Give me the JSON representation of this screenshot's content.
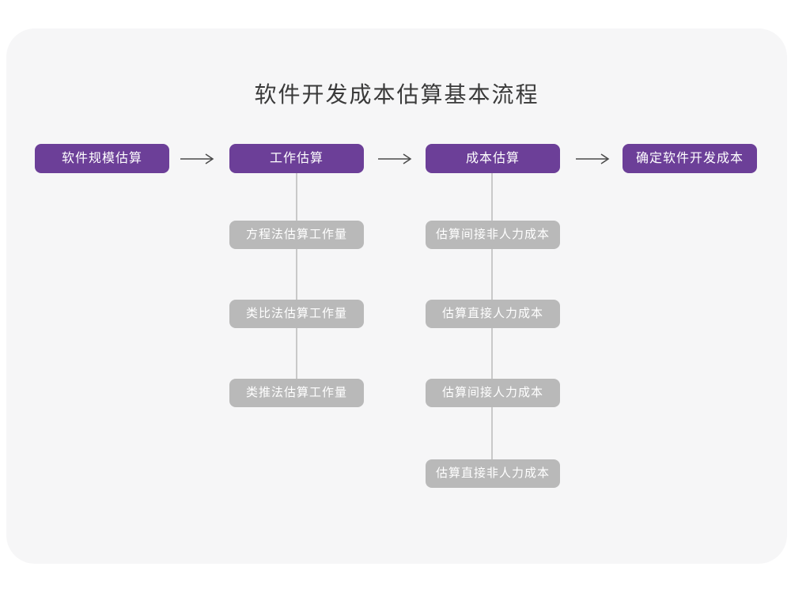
{
  "page": {
    "title": "软件开发成本估算基本流程"
  },
  "colors": {
    "canvas_bg": "#ffffff",
    "card_bg": "#f6f6f7",
    "main_node_purple": "#6c3f98",
    "sub_node_gray": "#b9b9b9",
    "connector_gray": "#c9c9c9",
    "arrow_gray": "#4a4a4a",
    "title_text": "#3a3a3a",
    "node_text": "#ffffff"
  },
  "flow": {
    "main_steps": [
      {
        "label": "软件规模估算"
      },
      {
        "label": "工作估算"
      },
      {
        "label": "成本估算"
      },
      {
        "label": "确定软件开发成本"
      }
    ],
    "sub_steps_work": [
      {
        "label": "方程法估算工作量"
      },
      {
        "label": "类比法估算工作量"
      },
      {
        "label": "类推法估算工作量"
      }
    ],
    "sub_steps_cost": [
      {
        "label": "估算间接非人力成本"
      },
      {
        "label": "估算直接人力成本"
      },
      {
        "label": "估算间接人力成本"
      },
      {
        "label": "估算直接非人力成本"
      }
    ]
  }
}
